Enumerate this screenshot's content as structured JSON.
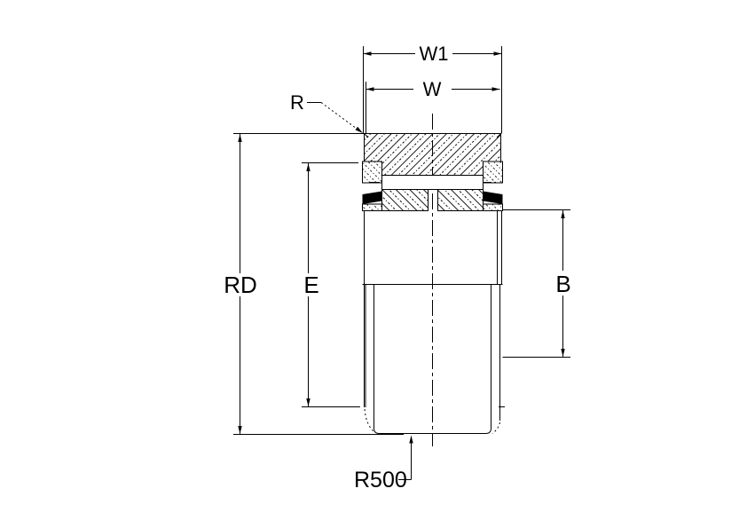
{
  "drawing": {
    "labels": {
      "w1": "W1",
      "w": "W",
      "r": "R",
      "rd": "RD",
      "e": "E",
      "b": "B",
      "r500": "R500"
    },
    "colors": {
      "ink": "#000000",
      "paper": "#ffffff"
    }
  }
}
